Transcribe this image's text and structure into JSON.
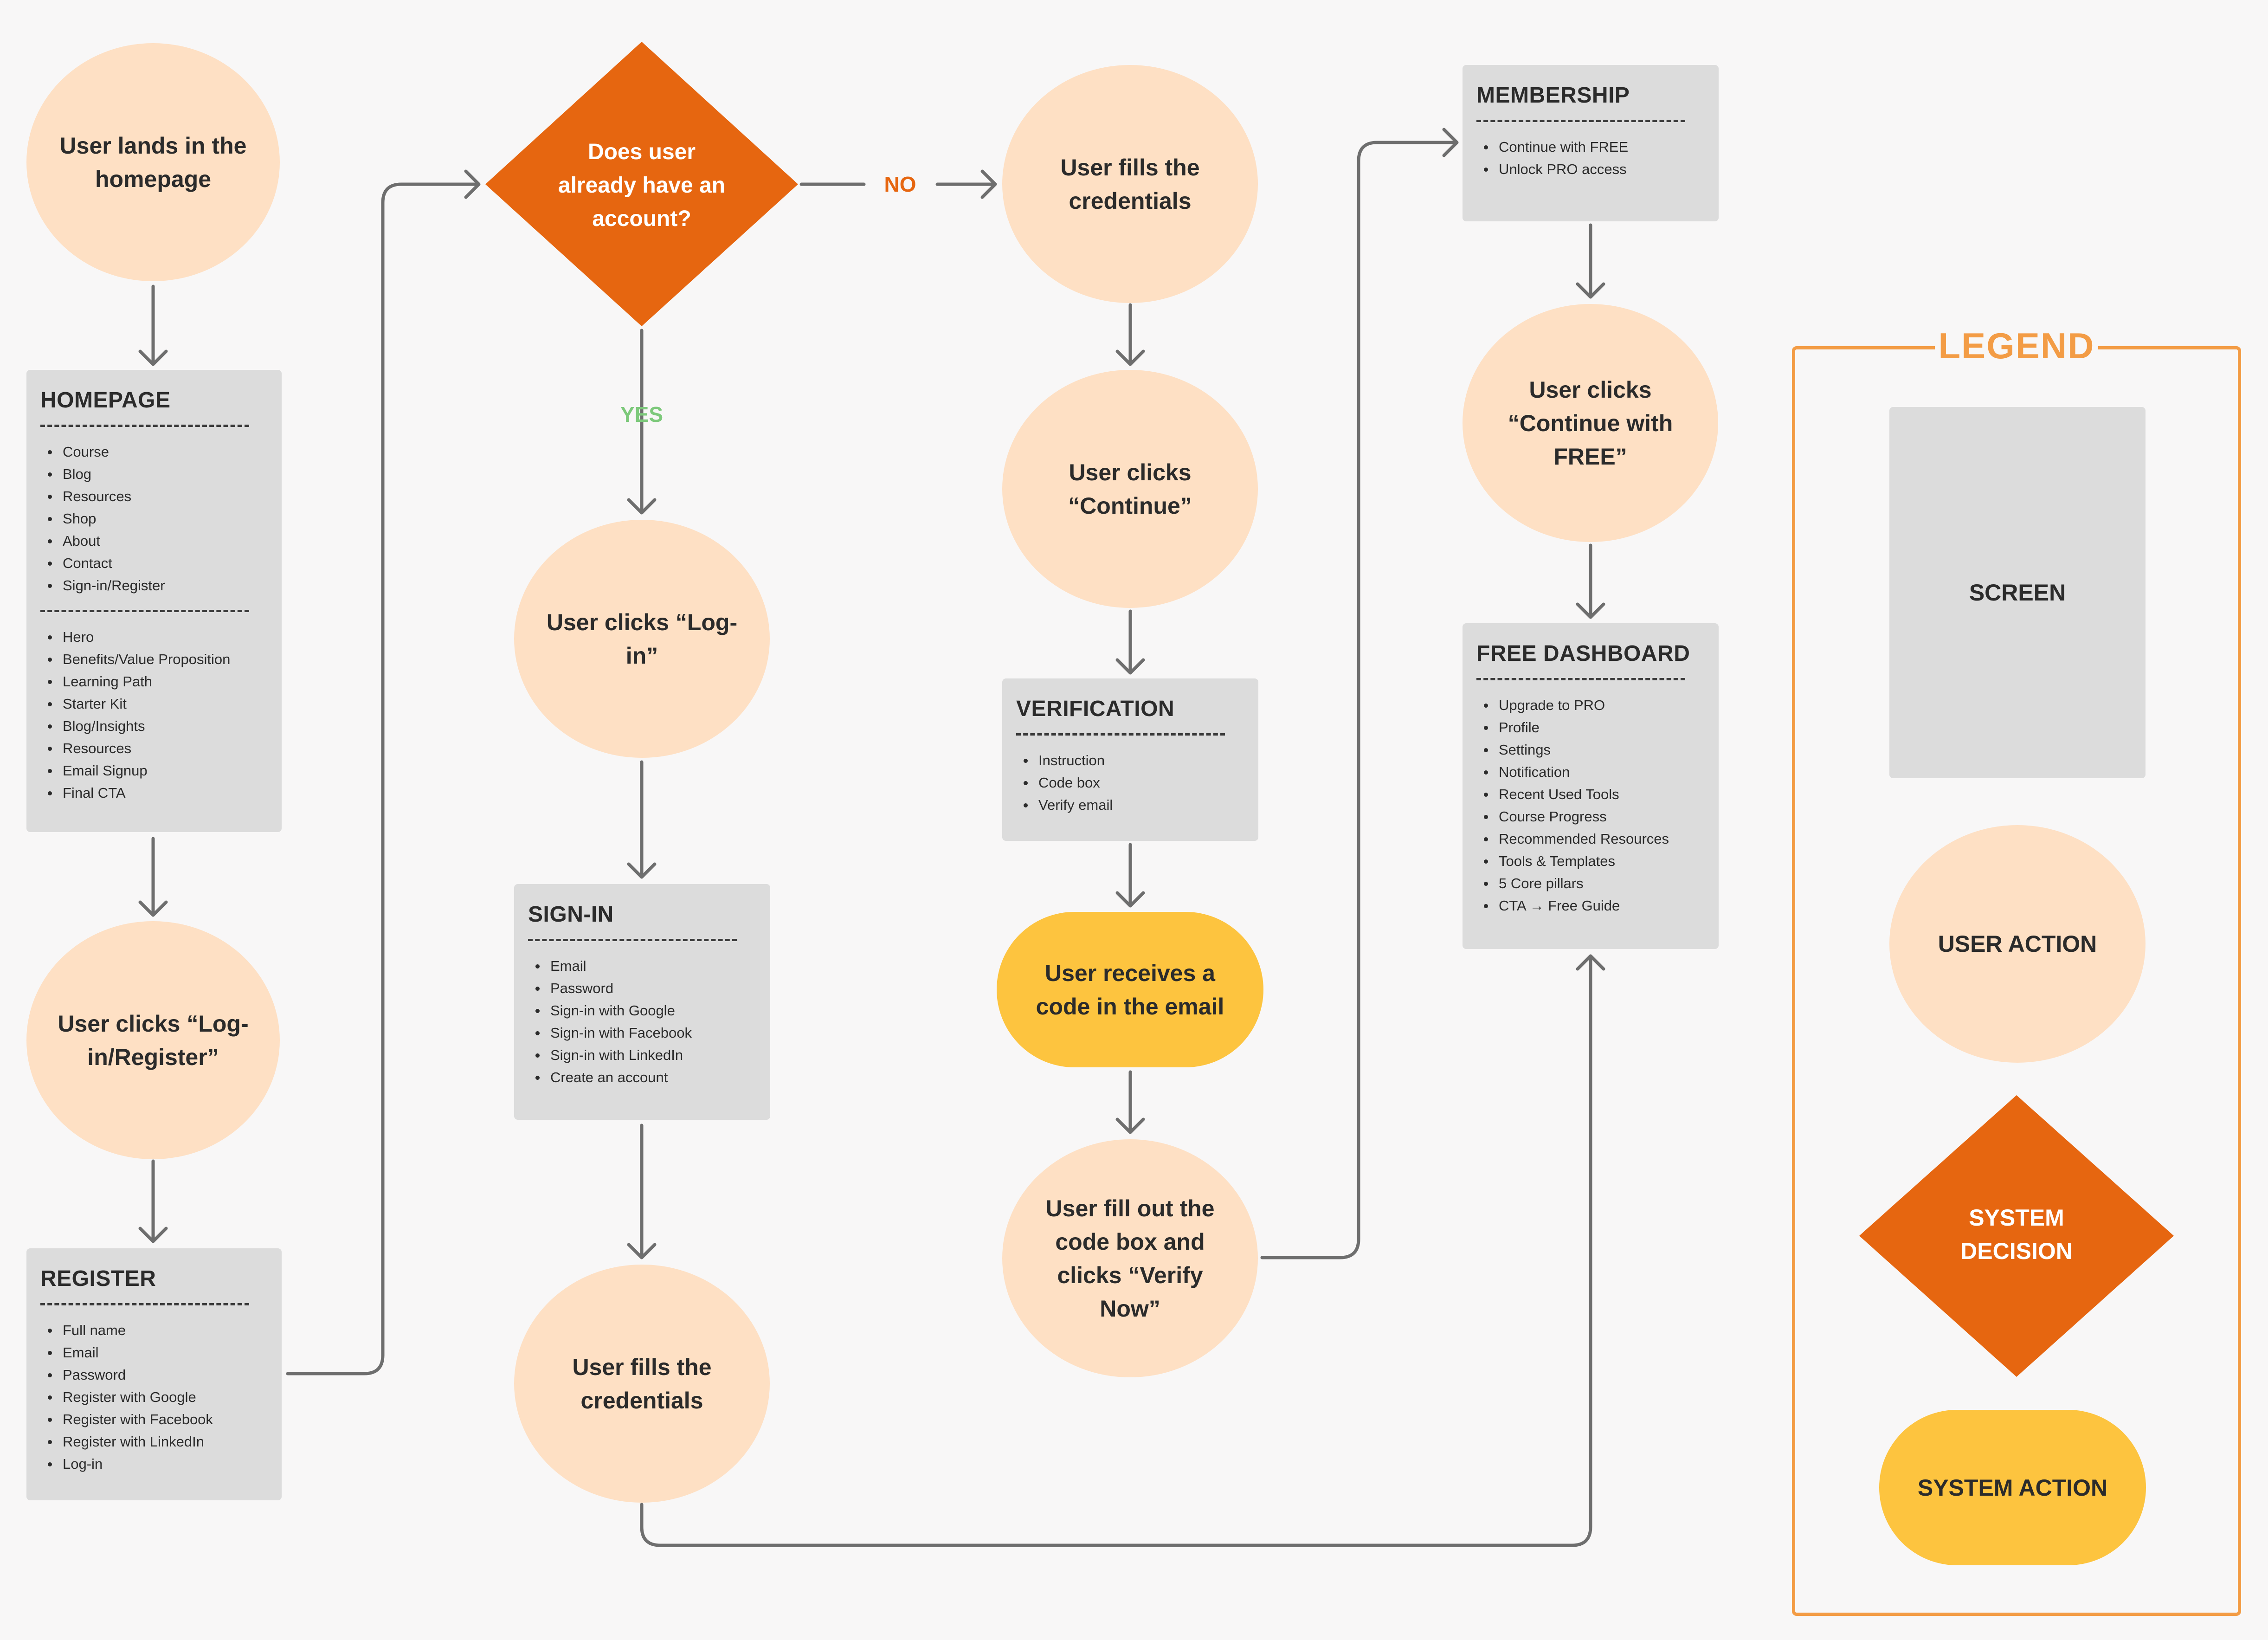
{
  "colors": {
    "user_action": "#fee0c4",
    "screen": "#dcdcdc",
    "system_decision": "#e66610",
    "system_action": "#fdc43f",
    "connector": "#6e6e6e",
    "legend": "#f39c45",
    "yes": "#7dc97b",
    "no": "#e66610"
  },
  "nodes": {
    "lands_homepage": "User lands in the homepage",
    "homepage": {
      "title": "HOMEPAGE",
      "nav_items": [
        "Course",
        "Blog",
        "Resources",
        "Shop",
        "About",
        "Contact",
        "Sign-in/Register"
      ],
      "sections": [
        "Hero",
        "Benefits/Value Proposition",
        "Learning Path",
        "Starter Kit",
        "Blog/Insights",
        "Resources",
        "Email Signup",
        "Final CTA"
      ]
    },
    "clicks_login_register": "User clicks “Log-in/Register”",
    "register": {
      "title": "REGISTER",
      "items": [
        "Full name",
        "Email",
        "Password",
        "Register with Google",
        "Register with Facebook",
        "Register with LinkedIn",
        "Log-in"
      ]
    },
    "decision_account": "Does user already have an account?",
    "branch_yes": "YES",
    "branch_no": "NO",
    "clicks_login": "User clicks “Log-in”",
    "signin": {
      "title": "SIGN-IN",
      "items": [
        "Email",
        "Password",
        "Sign-in with Google",
        "Sign-in with Facebook",
        "Sign-in with LinkedIn",
        "Create an account"
      ]
    },
    "fills_credentials_signin": "User fills the credentials",
    "fills_credentials_register": "User fills the credentials",
    "clicks_continue": "User clicks “Continue”",
    "verification": {
      "title": "VERIFICATION",
      "items": [
        "Instruction",
        "Code box",
        "Verify email"
      ]
    },
    "receives_code": "User receives a code in the email",
    "verify_now": "User fill out the code box and clicks “Verify Now”",
    "membership": {
      "title": "MEMBERSHIP",
      "items": [
        "Continue with FREE",
        "Unlock PRO access"
      ]
    },
    "clicks_continue_free": "User clicks “Continue with FREE”",
    "free_dashboard": {
      "title": "FREE DASHBOARD",
      "items": [
        "Upgrade to PRO",
        "Profile",
        "Settings",
        "Notification",
        "Recent Used Tools",
        "Course Progress",
        "Recommended Resources",
        "Tools & Templates",
        "5 Core pillars",
        "CTA → Free Guide"
      ]
    }
  },
  "legend": {
    "title": "LEGEND",
    "screen": "SCREEN",
    "user_action": "USER ACTION",
    "system_decision": "SYSTEM DECISION",
    "system_action": "SYSTEM ACTION"
  }
}
